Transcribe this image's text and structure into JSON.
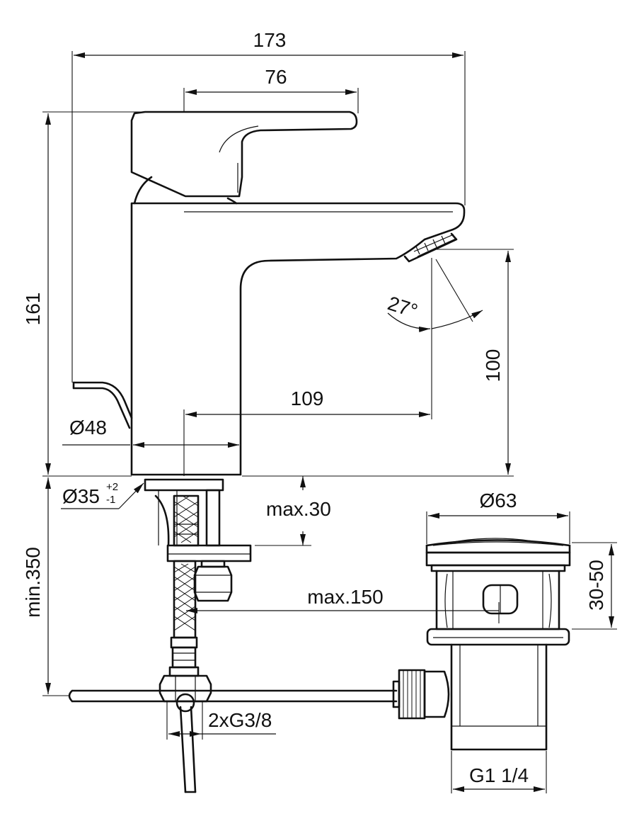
{
  "drawing": {
    "colors": {
      "line": "#111111",
      "background": "#ffffff"
    },
    "dimensions": {
      "overall_width": "173",
      "handle_length": "76",
      "total_height": "161",
      "spout_reach": "109",
      "spout_height": "100",
      "base_diameter": "Ø48",
      "mount_diameter": "Ø35",
      "mount_tol_plus": "+2",
      "mount_tol_minus": "-1",
      "max_thickness": "max.30",
      "hose_length": "min.350",
      "waste_diameter": "Ø63",
      "waste_height": "30-50",
      "waste_reach": "max.150",
      "connection": "2xG3/8",
      "waste_thread": "G1 1/4",
      "angle": "27°"
    }
  }
}
